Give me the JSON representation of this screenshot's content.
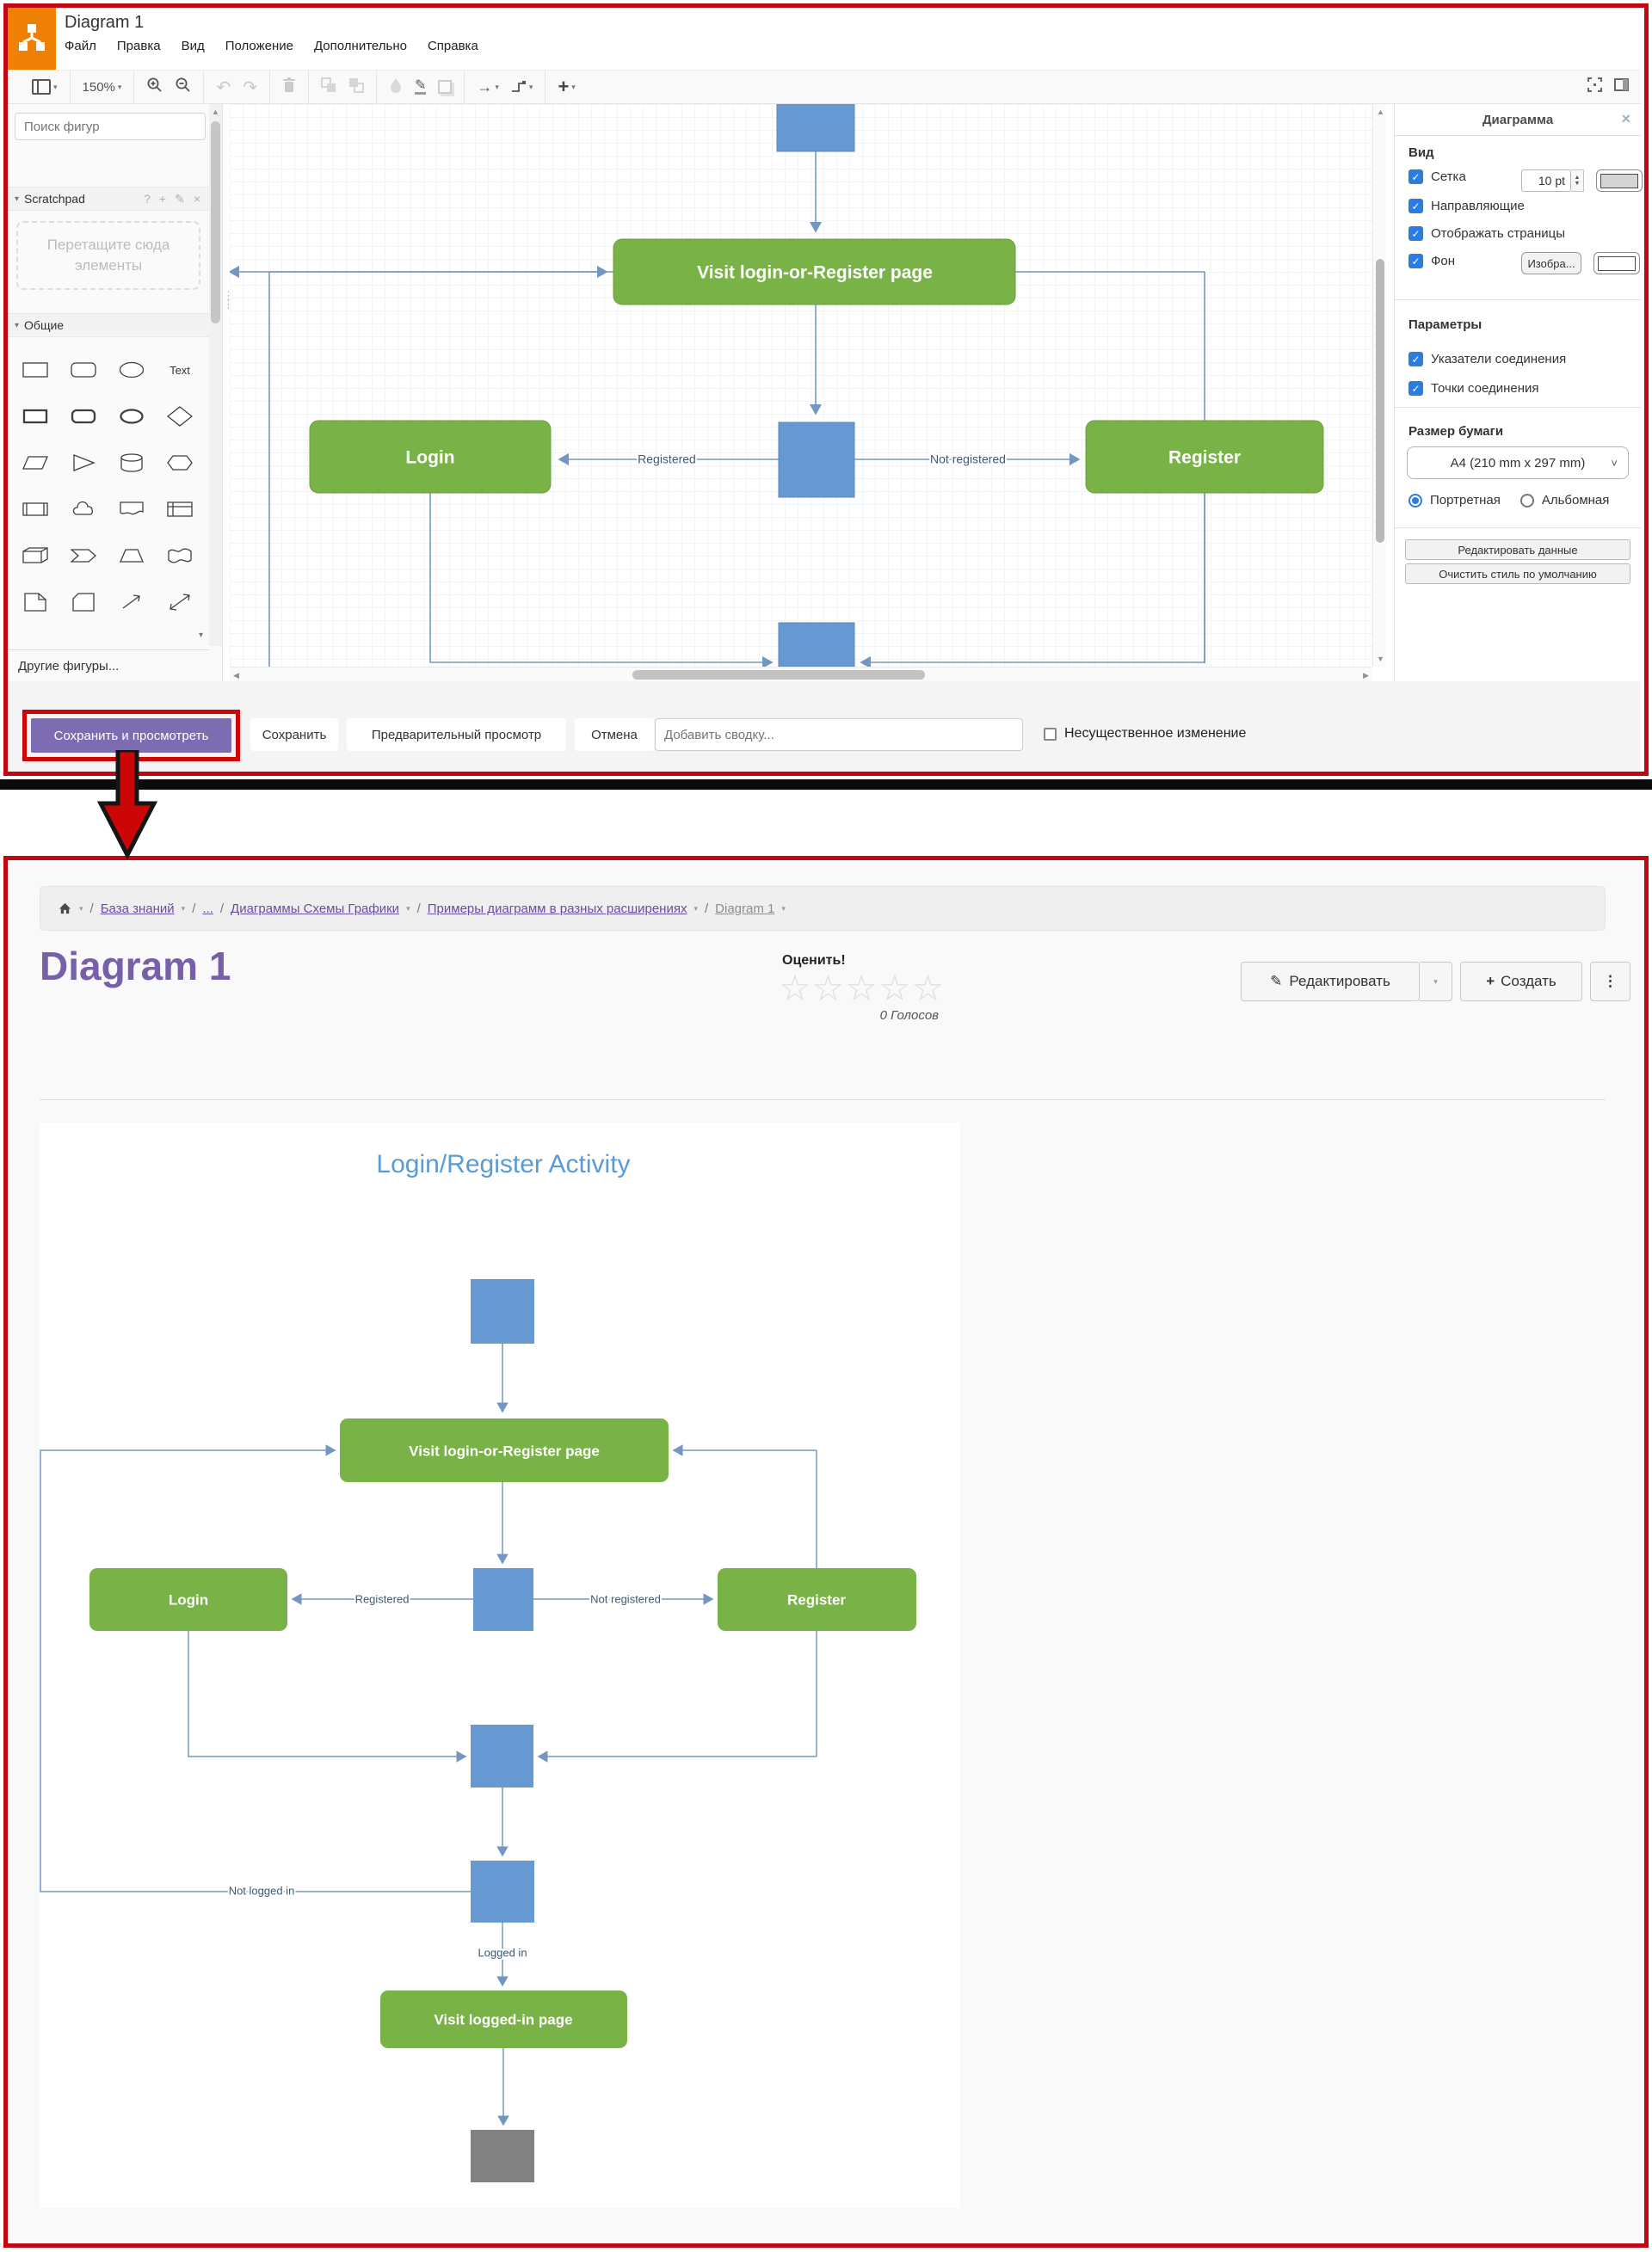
{
  "icons": {
    "caret_down": "▾",
    "check": "✓",
    "close": "×",
    "question": "?",
    "plus": "+",
    "pencil": "✎",
    "undo": "↶",
    "redo": "↷",
    "arrow_right": "→",
    "dots_vertical": "⋮",
    "star": "☆",
    "chevron_down": "˅",
    "up_small": "▲",
    "down_small": "▼",
    "left_small": "◀",
    "right_small": "▶",
    "grip": "⋮⋮"
  },
  "colors": {
    "annotation_red": "#cc0606",
    "accent_purple": "#7e6cb0",
    "node_green": "#79b347",
    "node_blue": "#6699d2",
    "node_gray": "#828282",
    "edge_blue": "#7497c2",
    "link_purple": "#6a4ca3",
    "checkbox_blue": "#2b7de1",
    "diagram_title_blue": "#5b9bd5"
  },
  "editor": {
    "window_title": "Diagram 1",
    "menus": [
      "Файл",
      "Правка",
      "Вид",
      "Положение",
      "Дополнительно",
      "Справка"
    ],
    "toolbar": {
      "zoom_level": "150%"
    },
    "sidebar": {
      "search_placeholder": "Поиск фигур",
      "scratchpad_title": "Scratchpad",
      "scratchpad_hint": "Перетащите сюда элементы",
      "general_title": "Общие",
      "text_shape_label": "Text",
      "more_shapes": "Другие фигуры..."
    },
    "canvas": {
      "visit": "Visit login-or-Register page",
      "login": "Login",
      "register": "Register",
      "registered": "Registered",
      "not_registered": "Not registered"
    },
    "panel": {
      "title": "Диаграмма",
      "view_section": "Вид",
      "grid": "Сетка",
      "grid_size": "10 pt",
      "guides": "Направляющие",
      "show_pages": "Отображать страницы",
      "background": "Фон",
      "image_button": "Изобра...",
      "options_section": "Параметры",
      "connection_arrows": "Указатели соединения",
      "connection_points": "Точки соединения",
      "paper_section": "Размер бумаги",
      "paper_size": "A4 (210 mm x 297 mm)",
      "portrait": "Портретная",
      "landscape": "Альбомная",
      "edit_data": "Редактировать данные",
      "clear_style": "Очистить стиль по умолчанию"
    },
    "footer": {
      "save_and_view": "Сохранить и просмотреть",
      "save": "Сохранить",
      "preview": "Предварительный просмотр",
      "cancel": "Отмена",
      "summary_placeholder": "Добавить сводку...",
      "minor_change": "Несущественное изменение"
    }
  },
  "page": {
    "breadcrumbs": {
      "kb": "База знаний",
      "ellipsis": "...",
      "diagrams": "Диаграммы Схемы Графики",
      "examples": "Примеры диаграмм в разных расширениях",
      "current": "Diagram 1"
    },
    "title": "Diagram 1",
    "rating": {
      "label": "Оценить!",
      "votes": "0 Голосов"
    },
    "actions": {
      "edit": "Редактировать",
      "create": "Создать"
    }
  },
  "diagram": {
    "title": "Login/Register Activity",
    "visit": "Visit login-or-Register page",
    "login": "Login",
    "register": "Register",
    "visit_logged_in": "Visit logged-in page",
    "registered": "Registered",
    "not_registered": "Not registered",
    "not_logged_in": "Not logged in",
    "logged_in": "Logged in"
  }
}
